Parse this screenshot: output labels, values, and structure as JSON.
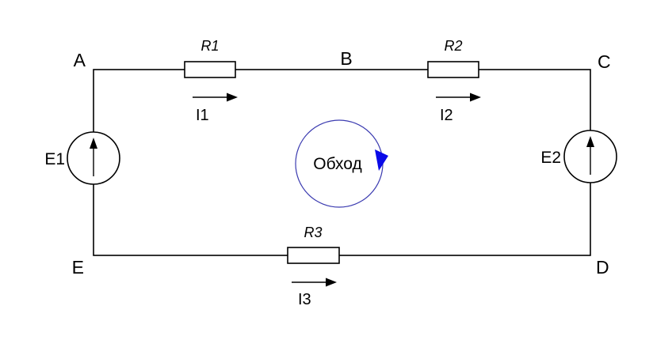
{
  "colors": {
    "wire": "#000000",
    "loop_stroke": "#3b3bb0",
    "loop_arrow_fill": "#0a0ae8",
    "text": "#000000",
    "background": "#ffffff"
  },
  "circuit": {
    "nodes": {
      "a": "A",
      "b": "B",
      "c": "C",
      "d": "D",
      "e": "E"
    },
    "resistors": {
      "r1": "R1",
      "r2": "R2",
      "r3": "R3"
    },
    "currents": {
      "i1": "I1",
      "i2": "I2",
      "i3": "I3"
    },
    "sources": {
      "e1": "E1",
      "e2": "E2"
    },
    "loop": {
      "label": "Обход"
    }
  }
}
